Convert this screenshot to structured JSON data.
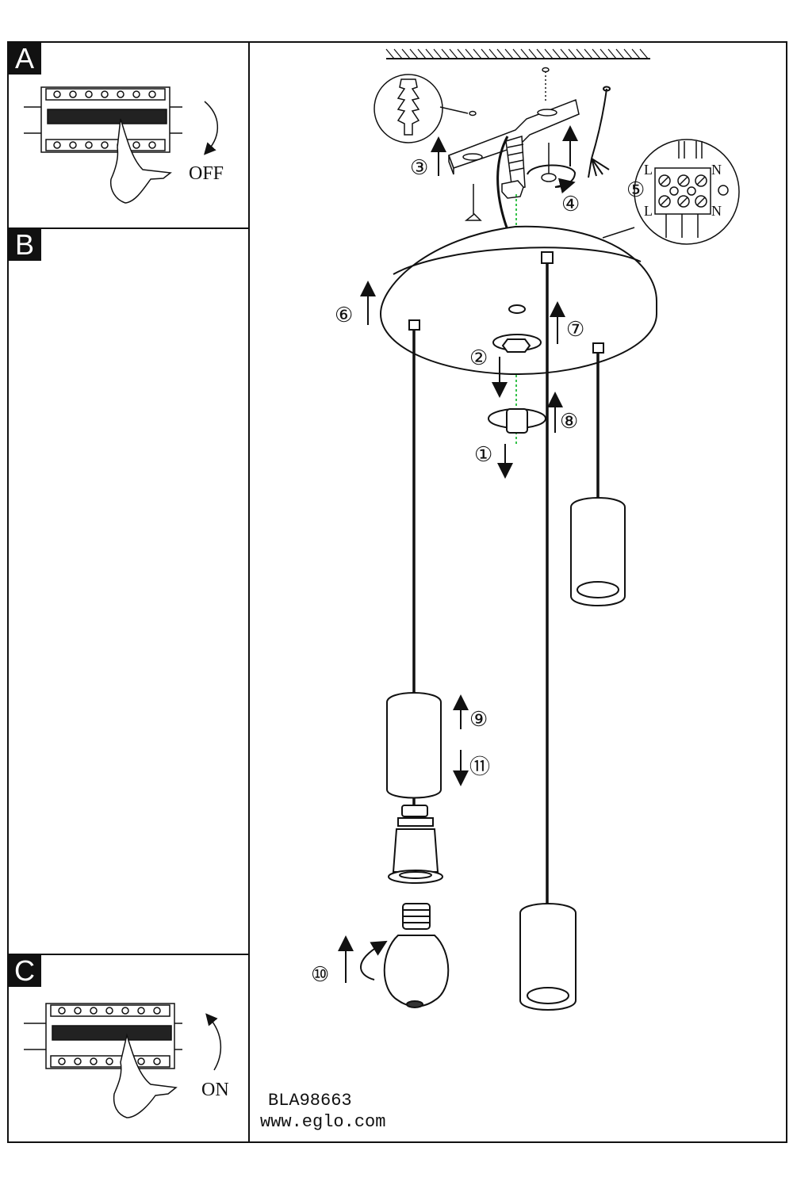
{
  "panels": {
    "a": "A",
    "b": "B",
    "c": "C"
  },
  "switch": {
    "off": "OFF",
    "on": "ON"
  },
  "steps": [
    "①",
    "②",
    "③",
    "④",
    "⑤",
    "⑥",
    "⑦",
    "⑧",
    "⑨",
    "⑩",
    "⑪"
  ],
  "terminal": {
    "live": "L",
    "neutral": "N"
  },
  "footer": {
    "code": "BLA98663",
    "url": "www.eglo.com"
  },
  "colors": {
    "line": "#111111",
    "guide": "#35c24a"
  }
}
